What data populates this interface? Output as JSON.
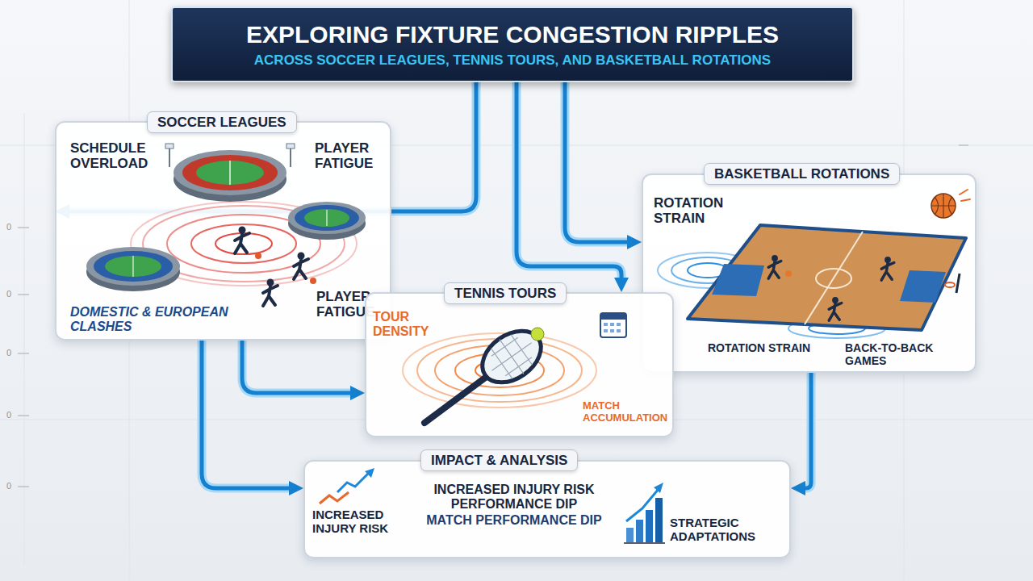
{
  "diagram": {
    "nodes": [
      {
        "text": [
          "EXPLORING FIXTURE CONGESTION RIPPLES",
          "ACROSS SOCCER LEAGUES, TENNIS TOURS, AND BASKETBALL ROTATIONS"
        ]
      },
      {
        "text": [
          "SOCCER LEAGUES",
          "SCHEDULE OVERLOAD",
          "PLAYER FATIGUE",
          "DOMESTIC & EUROPEAN CLASHES",
          "PLAYER FATIGUE"
        ]
      },
      {
        "text": [
          "BASKETBALL ROTATIONS",
          "ROTATION STRAIN",
          "ROTATION STRAIN",
          "BACK-TO-BACK GAMES"
        ]
      },
      {
        "text": [
          "TENNIS TOURS",
          "TOUR DENSITY",
          "MATCH ACCUMULATION"
        ]
      },
      {
        "text": [
          "IMPACT & ANALYSIS",
          "INCREASED INJURY RISK",
          "INCREASED INJURY RISK PERFORMANCE DIP",
          "MATCH PERFORMANCE DIP",
          "STRATEGIC ADAPTATIONS"
        ]
      }
    ],
    "edges": [
      {
        "from": 0,
        "to": 1,
        "arrow": "to"
      },
      {
        "from": 0,
        "to": 3,
        "arrow": "to"
      },
      {
        "from": 0,
        "to": 2,
        "arrow": "to"
      },
      {
        "from": 1,
        "to": 3,
        "arrow": "to"
      },
      {
        "from": 1,
        "to": 4,
        "arrow": "to"
      },
      {
        "from": 2,
        "to": 4,
        "arrow": "to"
      }
    ],
    "labels": [
      "0",
      "0",
      "0",
      "0",
      "0"
    ]
  }
}
